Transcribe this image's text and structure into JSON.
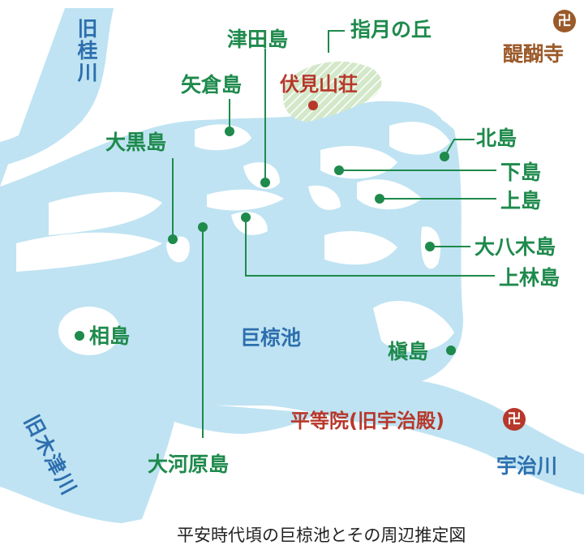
{
  "labels": {
    "katsura_river": "旧桂川",
    "kizu_river": "旧木津川",
    "uji_river": "宇治川",
    "ogura_pond": "巨椋池",
    "daigoji": "醍醐寺",
    "shigetsu_hill": "指月の丘",
    "fushimi_sanso": "伏見山荘",
    "byodoin": "平等院(旧宇治殿)",
    "tsudajima": "津田島",
    "yagurajima": "矢倉島",
    "ookurojima": "大黒島",
    "kitajima": "北島",
    "shimojima": "下島",
    "kamijima": "上島",
    "oyagijima": "大八木島",
    "kamibayashijima": "上林島",
    "aijima": "相島",
    "makijima": "槇島",
    "okawarajima": "大河原島",
    "caption": "平安時代頃の巨椋池とその周辺推定図",
    "temple_symbol": "卍"
  },
  "colors": {
    "water": "#bfe3f2",
    "island_label": "#1e8a4c",
    "water_label": "#2d6fae",
    "historic_site": "#b7382b",
    "temple": "#9b5a2a",
    "hill": "#cfe6c4"
  }
}
